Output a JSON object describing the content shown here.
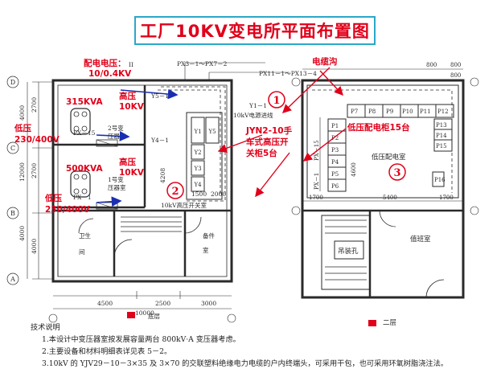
{
  "title": "工厂10KV变电所平面布置图",
  "annotations": {
    "peidian_label": "配电电压：",
    "peidian_value": "10/0.4KV",
    "tx1_cap": "315KVA",
    "tx1_hv": "高压",
    "tx1_hv_val": "10KV",
    "lv1_label": "低压",
    "lv1_value": "230/400V",
    "tx2_cap": "500KVA",
    "tx2_hv": "高压",
    "tx2_hv_val": "10KV",
    "lv2_label": "低压",
    "lv2_value": "230/400V",
    "hv_cabinet_1": "JYN2-10手",
    "hv_cabinet_2": "车式高压开",
    "hv_cabinet_3": "关柜5台",
    "cable_trench": "电缆沟",
    "lv_cabinet": "低压配电柜15台"
  },
  "plan": {
    "ref_px3": "PX3－1～PX7－2",
    "ref_px11": "PX11－1～PX13－4",
    "ref_y1": "Y1－1",
    "incoming": "10kV电源进线",
    "axis_rows": [
      "D",
      "C",
      "B",
      "A"
    ],
    "axis_col": "II",
    "dims_left": [
      "4000",
      "2700",
      "2700",
      "12000",
      "4000",
      "4000"
    ],
    "room_tx2": "2号变",
    "room_tx2b": "压器室",
    "room_tx1": "1号变",
    "room_tx1b": "压器室",
    "y5": "Y5－1",
    "y4": "Y4－1",
    "px15": "PX－15",
    "px1": "PX－1",
    "dim_4208": "4208",
    "dim_1500": "1500",
    "dim_2000": "2000",
    "hv_room": "10kV高压开关室",
    "toilet_a": "卫生",
    "toilet_b": "间",
    "spare_a": "备件",
    "spare_b": "室",
    "cab_y": [
      "Y1",
      "Y2",
      "Y3",
      "Y4",
      "Y5"
    ],
    "dims_bottom": [
      "4500",
      "2500",
      "3000"
    ],
    "dim_total": "10000",
    "floor_label": "底层",
    "circle_1": "1",
    "circle_2": "2"
  },
  "plan2": {
    "dim_800a": "800",
    "dim_800b": "800",
    "dim_800c": "800",
    "panels_top": [
      "P7",
      "P8",
      "P9",
      "P10",
      "P11",
      "P12"
    ],
    "panels_side": [
      "P1",
      "P2",
      "P3",
      "P4",
      "P5",
      "P6"
    ],
    "panels_right": [
      "P13",
      "P14",
      "P15"
    ],
    "p16": "P16",
    "px15": "PX－15",
    "px1": "PX－1",
    "dim_4600": "4600",
    "room_lv": "低压配电室",
    "dim_1700a": "1700",
    "dim_5400": "5400",
    "dim_1700b": "1700",
    "hoist": "吊装孔",
    "duty": "值班室",
    "floor_label": "二层",
    "circle_3": "3"
  },
  "notes": {
    "heading": "技术说明",
    "line1": "1.本设计中变压器室按发展容量两台 800kV·A 变压器考虑。",
    "line2": "2.主要设备和材料明细表详见表 5－2。",
    "line3": "3.10kV 的 YJV29－10－3×35 及 3×70 的交联塑料绝缘电力电缆的户内终端头，可采用干包，也可采用环氧树脂浇注法。"
  },
  "colors": {
    "title_red": "#e0001a",
    "title_border": "#2aa8c8",
    "annotation_red": "#e0001a",
    "arrow_blue": "#1a2fb0",
    "line_dark": "#2a2a2a"
  }
}
